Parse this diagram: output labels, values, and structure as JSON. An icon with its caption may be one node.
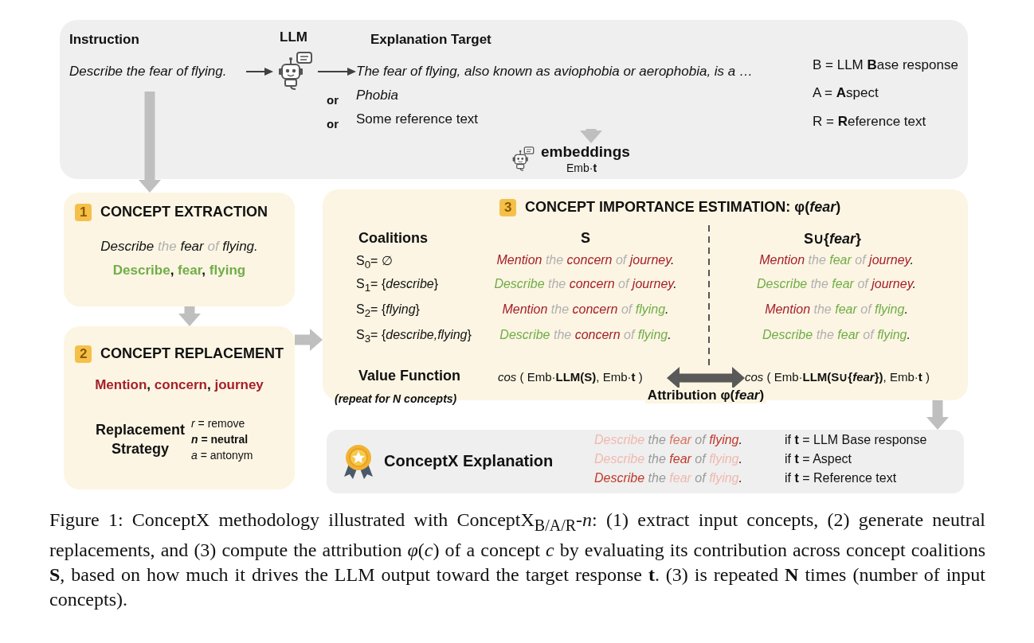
{
  "diagram": {
    "caption": "Figure 1: ConceptX methodology illustrated with ConceptX$_{B/A/R}$-*n*: (1) extract input concepts, (2) generate neutral replacements, and (3) compute the attribution *φ*(*c*) of a concept *c* by evaluating its contribution across concept coalitions **S**, based on how much it drives the LLM output toward the target response **t**. (3) is repeated **N** times (number of input concepts).",
    "nodes": [
      {
        "text": [],
        "shape": "box"
      },
      {
        "text": [
          "Instruction",
          "Describe the fear of flying."
        ],
        "in": 0
      },
      {
        "text": [
          "LLM"
        ],
        "in": 0
      },
      {
        "text": [
          "Explanation Target",
          "The fear of flying, also known as aviophobia or aerophobia, is a …",
          "Phobia",
          "Some reference text"
        ],
        "in": 0
      },
      {
        "text": [
          "embeddings",
          "Emb·**t**"
        ],
        "in": 0
      },
      {
        "text": [
          "1",
          "CONCEPT EXTRACTION",
          "Describe the fear of flying.",
          "Describe, fear, flying"
        ]
      },
      {
        "text": [
          "2",
          "CONCEPT REPLACEMENT",
          "Mention, concern, journey",
          "Replacement Strategy",
          "*r* = remove",
          "*n* = neutral",
          "*a* = antonym"
        ]
      },
      {
        "text": [
          "3",
          "CONCEPT IMPORTANCE ESTIMATION: **φ**(*fear*)"
        ]
      },
      {
        "text": [
          "*cos* ( Emb·**LLM(S)**, Emb·**t** )"
        ],
        "in": 7
      },
      {
        "text": [
          "*cos* ( Emb·**LLM(S∪{*fear*})**, Emb·**t** )"
        ],
        "in": 7
      },
      {
        "text": [
          "ConceptX Explanation",
          "Describe the fear of flying.",
          "if **t** = LLM Base response",
          "Describe the fear of flying.",
          "if **t** = Aspect",
          "Describe the fear of flying.",
          "if **t** = Reference text"
        ]
      }
    ],
    "edges": [
      {
        "from": 1,
        "to": 2,
        "arrow": "to",
        "color": "#404040"
      },
      {
        "from": 2,
        "to": 3,
        "arrow": "to",
        "color": "#404040"
      },
      {
        "from": 3,
        "to": 4,
        "arrow": "to"
      },
      {
        "from": 1,
        "to": 5,
        "arrow": "to"
      },
      {
        "from": 5,
        "to": 6,
        "arrow": "to"
      },
      {
        "from": 6,
        "to": 7,
        "arrow": "to"
      },
      {
        "from": 7,
        "to": 10,
        "arrow": "to"
      },
      {
        "from": 8,
        "to": 9,
        "arrow": "both",
        "color": "#595959",
        "label": "Attribution **φ**(*fear*)"
      }
    ],
    "labels": [
      "or",
      "or",
      "B = LLM **B**ase response",
      "A = **A**spect",
      "R = **R**eference text",
      "Coalitions",
      "S",
      "S∪{*fear*}",
      "S$_{0}$= ∅",
      "Mention the concern of journey.",
      "Mention the fear of journey.",
      "S$_{1}$= {*describe*}",
      "Describe the concern of journey.",
      "Describe the fear of journey.",
      "S$_{2}$= {*flying*}",
      "Mention the concern of flying.",
      "Mention the fear of flying.",
      "S$_{3}$= {*describe,flying*}",
      "Describe the concern of flying.",
      "Describe the fear of flying.",
      "Value Function",
      "(repeat for N concepts)"
    ]
  }
}
